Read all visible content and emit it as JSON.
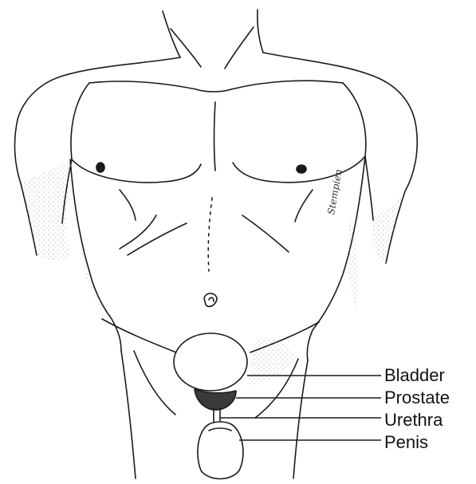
{
  "labels": {
    "bladder": "Bladder",
    "prostate": "Prostate",
    "urethra": "Urethra",
    "penis": "Penis"
  },
  "signature": "Stempien",
  "colors": {
    "ink": "#1a1a1a",
    "stipple": "#8a8a8a",
    "prostate_fill": "#3a3a3a",
    "paper": "#ffffff"
  }
}
